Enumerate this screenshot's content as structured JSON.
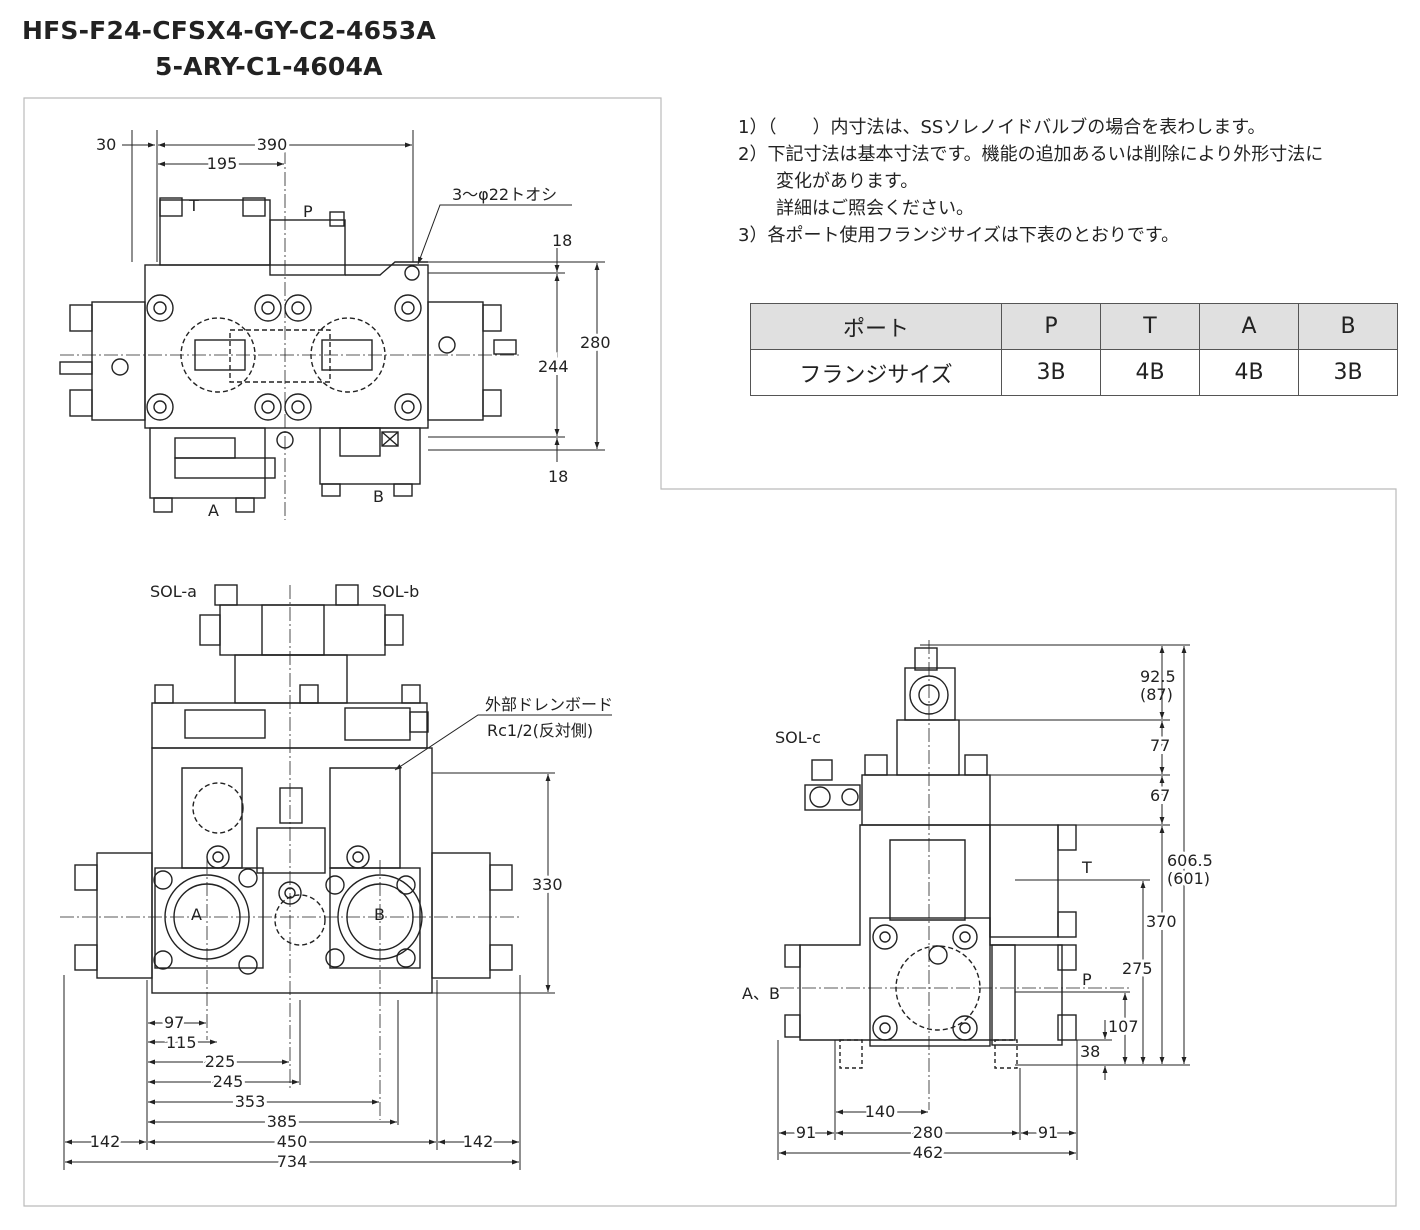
{
  "header": {
    "title_line1": "HFS-F24-CFSX4-GY-C2-4653A",
    "title_line2": "5-ARY-C1-4604A"
  },
  "notes": [
    "1）（　　）内寸法は、SSソレノイドバルブの場合を表わします。",
    "2）下記寸法は基本寸法です。機能の追加あるいは削除により外形寸法に",
    "変化があります。",
    "詳細はご照会ください。",
    "3）各ポート使用フランジサイズは下表のとおりです。"
  ],
  "flange_table": {
    "header_label": "ポート",
    "row_label": "フランジサイズ",
    "ports": [
      "P",
      "T",
      "A",
      "B"
    ],
    "sizes": [
      "3B",
      "4B",
      "4B",
      "3B"
    ]
  },
  "top_view": {
    "dims": [
      "30",
      "390",
      "195",
      "18",
      "280",
      "244",
      "18"
    ],
    "ports": [
      "T",
      "P",
      "A",
      "B"
    ],
    "callout": "3～φ22トオシ"
  },
  "front_view": {
    "sol_a": "SOL-a",
    "sol_b": "SOL-b",
    "drain_line1": "外部ドレンボード",
    "drain_line2": "Rc1/2(反対側)",
    "ports": [
      "A",
      "B"
    ],
    "dims": [
      "330",
      "97",
      "115",
      "225",
      "245",
      "353",
      "385",
      "142",
      "450",
      "142",
      "734"
    ]
  },
  "side_view": {
    "sol_c": "SOL-c",
    "ports": [
      "T",
      "P",
      "A、B"
    ],
    "dims": [
      "92.5",
      "(87)",
      "77",
      "67",
      "606.5",
      "(601)",
      "370",
      "275",
      "107",
      "38",
      "140",
      "91",
      "280",
      "91",
      "462"
    ]
  },
  "colors": {
    "line": "#222222",
    "frame": "#bbbbbb",
    "table_header": "#e0e0e0"
  }
}
